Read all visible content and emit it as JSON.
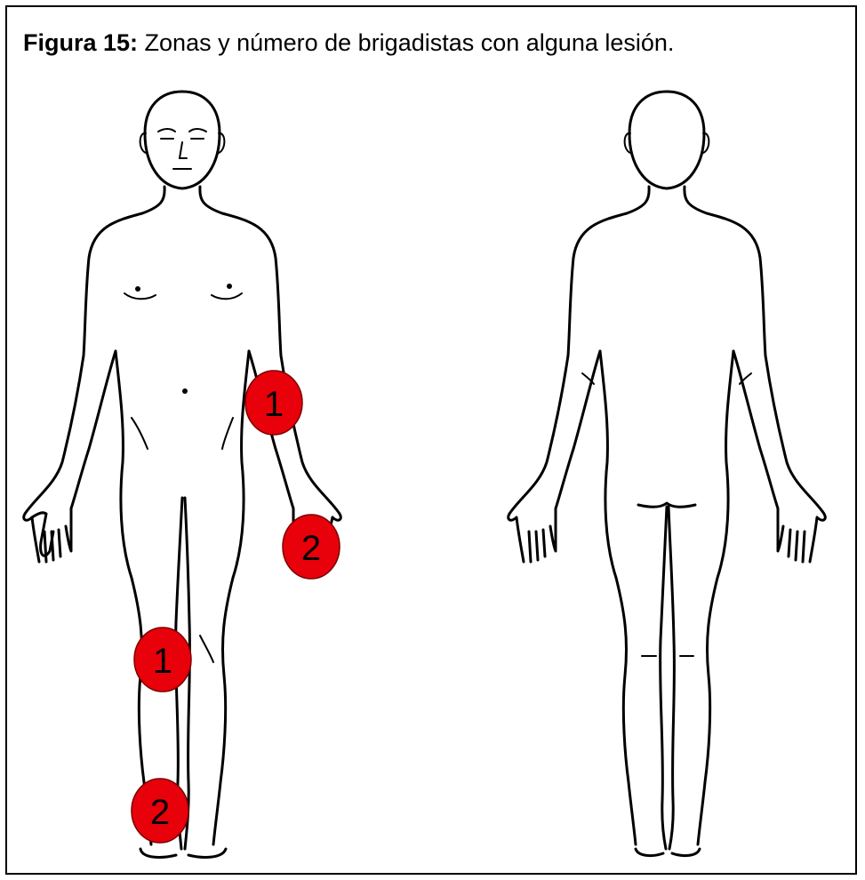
{
  "caption": {
    "label": "Figura 15:",
    "text": "Zonas y número de brigadistas con alguna lesión."
  },
  "figures": {
    "front": "front-body",
    "back": "back-body"
  },
  "markers": [
    {
      "zone": "forearm",
      "count": "1"
    },
    {
      "zone": "hand",
      "count": "2"
    },
    {
      "zone": "knee",
      "count": "1"
    },
    {
      "zone": "ankle-foot",
      "count": "2"
    }
  ],
  "colors": {
    "marker_fill": "#e8000b",
    "line": "#000000",
    "background": "#ffffff"
  }
}
